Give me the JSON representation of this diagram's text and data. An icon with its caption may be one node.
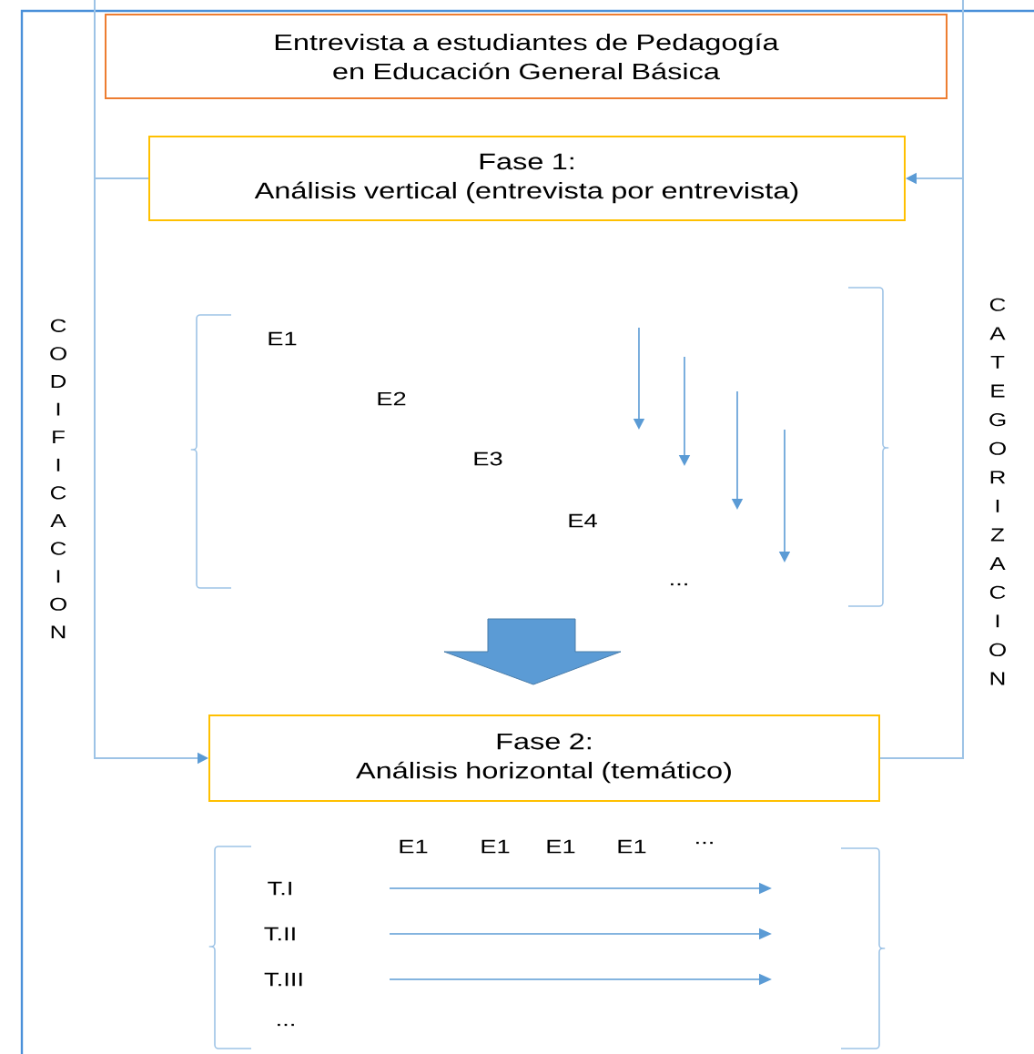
{
  "diagram": {
    "nodes": [
      {
        "text": [
          "Entrevista a estudiantes de Pedagogía en Educación General Básica"
        ]
      },
      {
        "text": [
          "Fase 1:",
          "Análisis vertical (entrevista por entrevista)"
        ]
      },
      {
        "text": [
          "Fase 2:",
          "Análisis horizontal (temático)"
        ]
      }
    ],
    "edges": [
      {
        "from": 1,
        "to": 2,
        "arrow": "to",
        "label": "CODIFICACION"
      },
      {
        "from": 2,
        "to": 1,
        "arrow": "to",
        "label": "CATEGORIZACION"
      }
    ],
    "labels": [
      "E1",
      "E2",
      "E3",
      "E4",
      "...",
      "E1",
      "E1",
      "E1",
      "E1",
      "...",
      "T.I",
      "T.II",
      "T.III",
      "..."
    ]
  }
}
